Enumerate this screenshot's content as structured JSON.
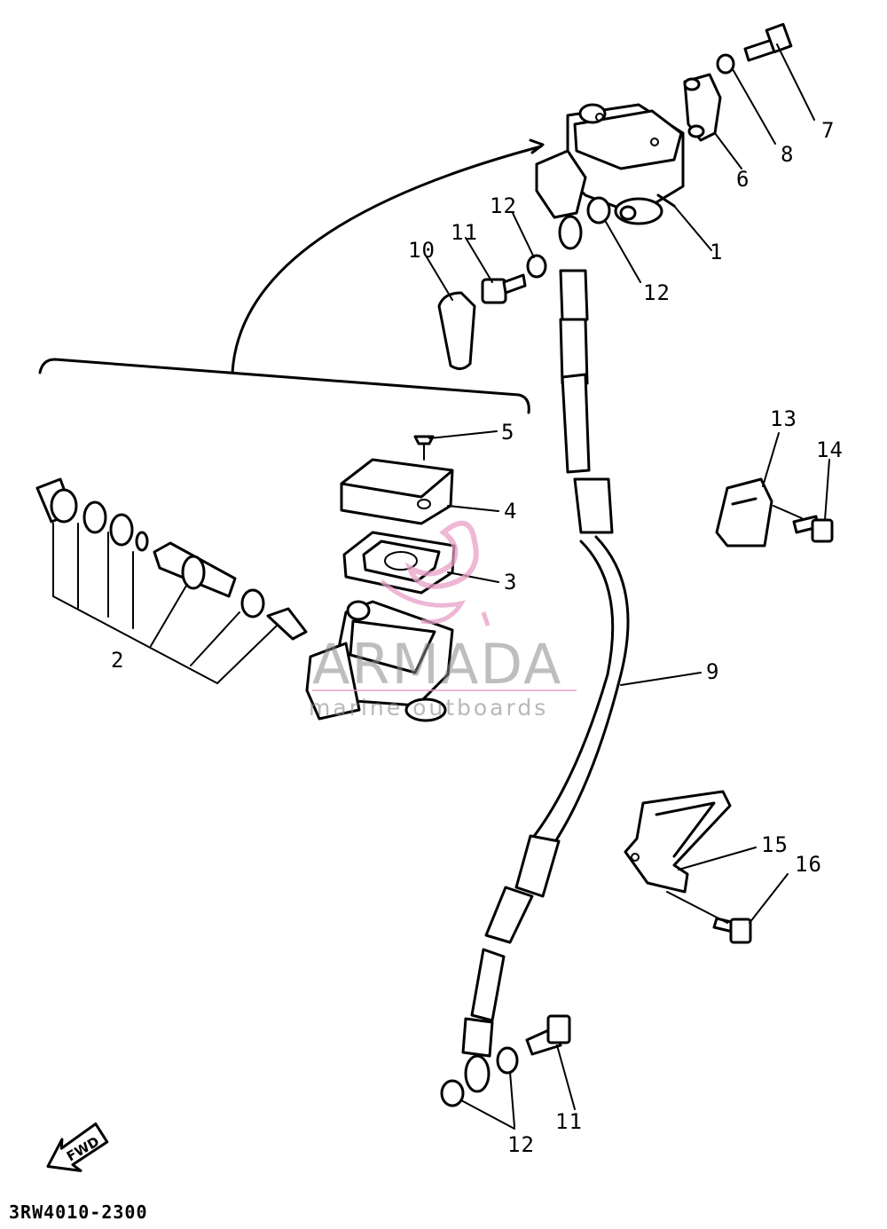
{
  "labels": {
    "p1": "1",
    "p2": "2",
    "p3": "3",
    "p4": "4",
    "p5": "5",
    "p6": "6",
    "p7": "7",
    "p8": "8",
    "p9": "9",
    "p10": "10",
    "p11a": "11",
    "p11b": "11",
    "p12a": "12",
    "p12b": "12",
    "p12c": "12",
    "p13": "13",
    "p14": "14",
    "p15": "15",
    "p16": "16"
  },
  "diagram_code": "3RW4010-2300",
  "fwd_label": "FWD",
  "watermark": {
    "title": "ARMADA",
    "subtitle": "marine outboards",
    "color": "#e8a0c8"
  }
}
